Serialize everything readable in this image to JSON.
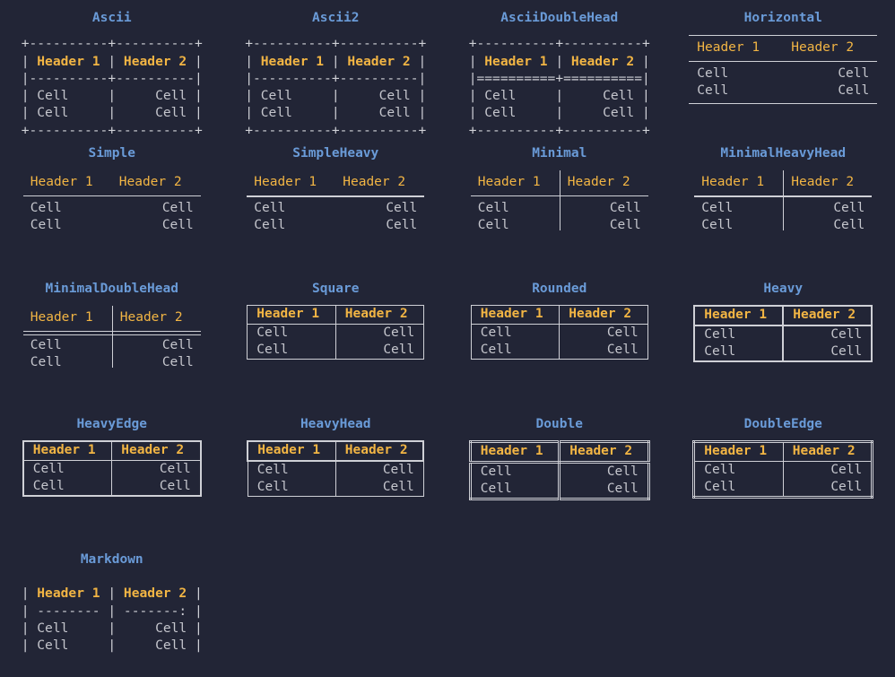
{
  "page": {
    "background": "#222536",
    "title_color": "#6a9bd8",
    "header_color": "#f2b544",
    "cell_color": "#c5c6cd",
    "border_color": "#cfd0d6"
  },
  "common": {
    "header1": "Header 1",
    "header2": "Header 2",
    "cell": "Cell"
  },
  "boxes": [
    {
      "name": "Ascii",
      "style": "ascii",
      "top": "+----------+----------+",
      "headrule": "|----------+----------|",
      "bottom": "+----------+----------+"
    },
    {
      "name": "Ascii2",
      "style": "ascii",
      "top": "+----------+----------+",
      "headrule": "|----------+----------|",
      "bottom": "+----------+----------+"
    },
    {
      "name": "AsciiDoubleHead",
      "style": "ascii",
      "top": "+----------+----------+",
      "headrule": "|==========+==========|",
      "bottom": "+----------+----------+"
    },
    {
      "name": "Horizontal",
      "style": "rules",
      "top_rule": "thin",
      "head_rule": "thin",
      "bottom_rule": "thin",
      "vertical": "none"
    },
    {
      "name": "Simple",
      "style": "rules",
      "top_rule": "none",
      "head_rule": "thin",
      "bottom_rule": "none",
      "vertical": "none"
    },
    {
      "name": "SimpleHeavy",
      "style": "rules",
      "top_rule": "none",
      "head_rule": "heavy",
      "bottom_rule": "none",
      "vertical": "none"
    },
    {
      "name": "Minimal",
      "style": "rules",
      "top_rule": "none",
      "head_rule": "thin",
      "bottom_rule": "none",
      "vertical": "thin"
    },
    {
      "name": "MinimalHeavyHead",
      "style": "rules",
      "top_rule": "none",
      "head_rule": "heavy",
      "bottom_rule": "none",
      "vertical": "thin"
    },
    {
      "name": "MinimalDoubleHead",
      "style": "rules",
      "top_rule": "none",
      "head_rule": "double",
      "bottom_rule": "none",
      "vertical": "thin"
    },
    {
      "name": "Square",
      "style": "box",
      "edge": "thin",
      "inner": "thin",
      "head_sep": "thin",
      "rounded": false
    },
    {
      "name": "Rounded",
      "style": "box",
      "edge": "thin",
      "inner": "thin",
      "head_sep": "thin",
      "rounded": true
    },
    {
      "name": "Heavy",
      "style": "box",
      "edge": "heavy",
      "inner": "heavy",
      "head_sep": "heavy",
      "rounded": false
    },
    {
      "name": "HeavyEdge",
      "style": "box",
      "edge": "heavy",
      "inner": "thin",
      "head_sep": "thin",
      "rounded": false
    },
    {
      "name": "HeavyHead",
      "style": "box",
      "edge": "thin",
      "inner": "thin",
      "head_sep": "heavy",
      "rounded": false
    },
    {
      "name": "Double",
      "style": "box",
      "edge": "double",
      "inner": "double",
      "head_sep": "double",
      "rounded": false
    },
    {
      "name": "DoubleEdge",
      "style": "box",
      "edge": "double",
      "inner": "thin",
      "head_sep": "thin",
      "rounded": false
    },
    {
      "name": "Markdown",
      "style": "markdown",
      "lines": [
        "| Header 1 | Header 2 |",
        "| -------- | -------: |",
        "| Cell     |     Cell |",
        "| Cell     |     Cell |"
      ]
    }
  ]
}
